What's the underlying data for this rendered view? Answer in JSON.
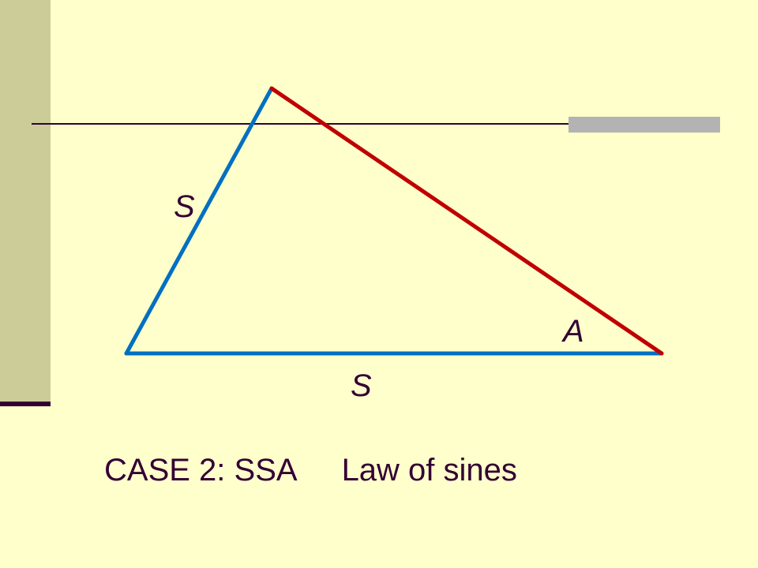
{
  "diagram": {
    "side_label_left": "S",
    "side_label_bottom": "S",
    "angle_label": "A",
    "colors": {
      "given_sides": "#0070c0",
      "third_side": "#c00000",
      "text": "#330033",
      "background": "#ffffcc"
    }
  },
  "caption": {
    "case": "CASE 2: SSA",
    "method": "Law of sines"
  }
}
